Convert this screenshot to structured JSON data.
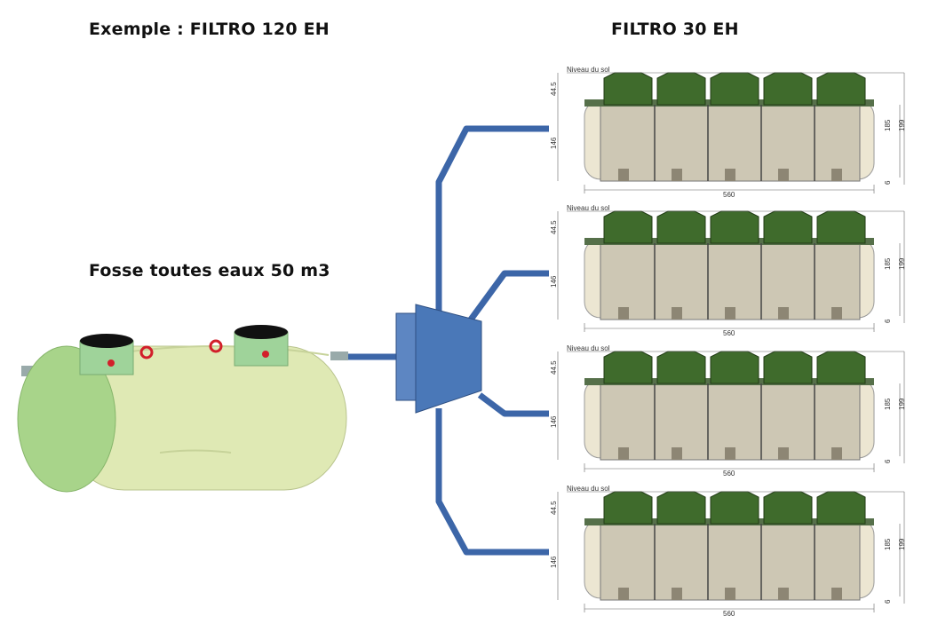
{
  "headings": {
    "example": "Exemple : FILTRO 120 EH",
    "filtro": "FILTRO 30 EH",
    "fosse": "Fosse toutes eaux 50 m3"
  },
  "unit_drawing": {
    "ground_label": "Niveau du sol",
    "dim_top": "44.5",
    "dim_left": "146",
    "dim_185": "185",
    "dim_199": "199",
    "dim_6": "6",
    "dim_width": "560"
  },
  "colors": {
    "pipe": "#3c66a8",
    "tank_body": "#dfe9b4",
    "tank_neck": "#9fd39a",
    "lid_green": "#3f6b2c",
    "unit_body": "#cdc7b4"
  }
}
